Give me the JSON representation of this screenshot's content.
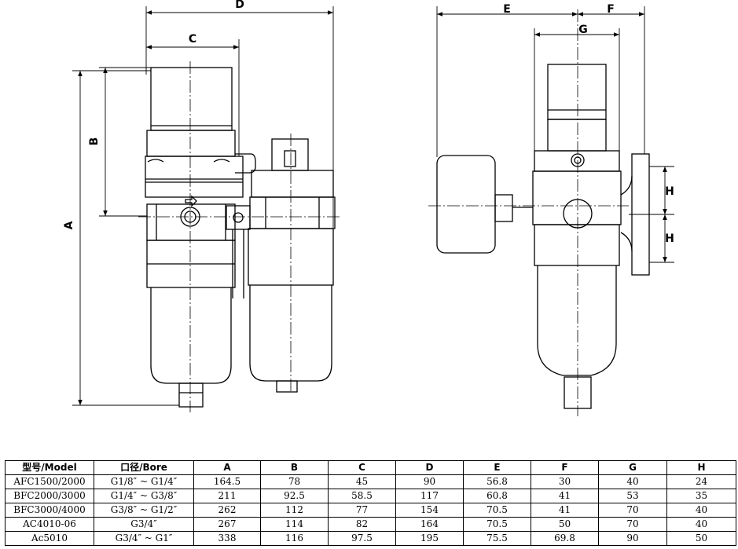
{
  "dimensions": {
    "A": "A",
    "B": "B",
    "C": "C",
    "D": "D",
    "E": "E",
    "F": "F",
    "G": "G",
    "H_upper": "H",
    "H_lower": "H"
  },
  "table": {
    "headers": [
      "型号/Model",
      "口径/Bore",
      "A",
      "B",
      "C",
      "D",
      "E",
      "F",
      "G",
      "H"
    ],
    "rows": [
      [
        "AFC1500/2000",
        "G1/8″ ~ G1/4″",
        "164.5",
        "78",
        "45",
        "90",
        "56.8",
        "30",
        "40",
        "24"
      ],
      [
        "BFC2000/3000",
        "G1/4″ ~ G3/8″",
        "211",
        "92.5",
        "58.5",
        "117",
        "60.8",
        "41",
        "53",
        "35"
      ],
      [
        "BFC3000/4000",
        "G3/8″ ~ G1/2″",
        "262",
        "112",
        "77",
        "154",
        "70.5",
        "41",
        "70",
        "40"
      ],
      [
        "AC4010-06",
        "G3/4″",
        "267",
        "114",
        "82",
        "164",
        "70.5",
        "50",
        "70",
        "40"
      ],
      [
        "Ac5010",
        "G3/4″ ~ G1″",
        "338",
        "116",
        "97.5",
        "195",
        "75.5",
        "69.8",
        "90",
        "50"
      ]
    ]
  }
}
